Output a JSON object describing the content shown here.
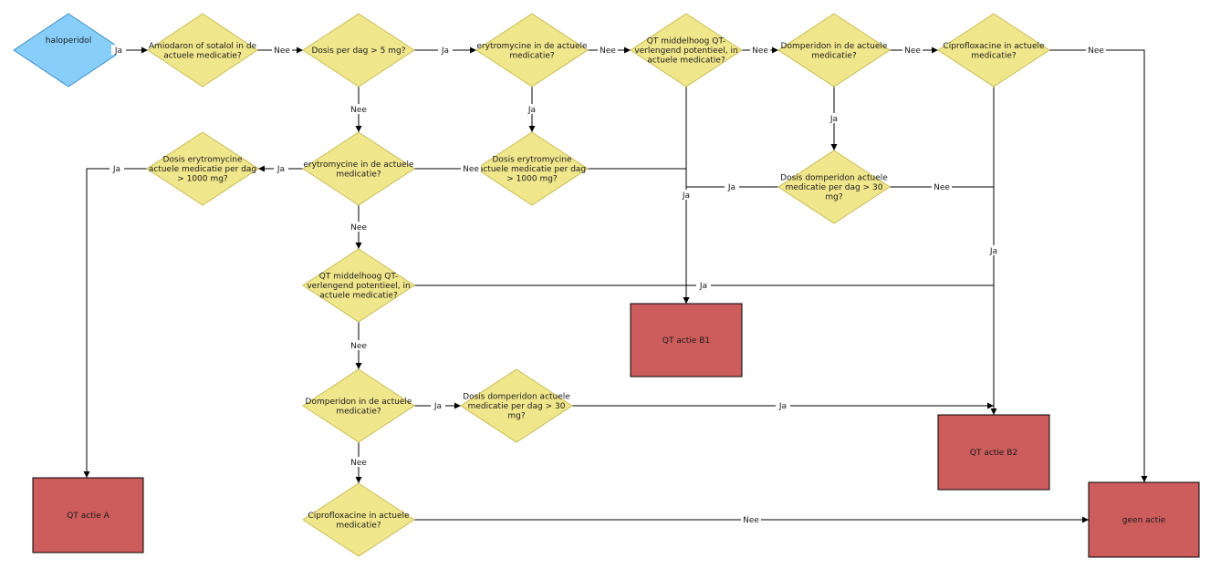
{
  "colors": {
    "start": "#87cefa",
    "decision": "#f0e68c",
    "action": "#cd5c5c",
    "line": "#000000"
  },
  "nodes": [
    {
      "id": "haloperidol",
      "shape": "start",
      "lines": [
        "haloperidol"
      ]
    },
    {
      "id": "amiodaron",
      "shape": "decision",
      "lines": [
        "Amiodaron of sotalol in de",
        "actuele medicatie?"
      ]
    },
    {
      "id": "dosis5",
      "shape": "decision",
      "lines": [
        "Dosis per dag > 5 mg?"
      ]
    },
    {
      "id": "erytro_top",
      "shape": "decision",
      "lines": [
        "erytromycine in de actuele",
        "medicatie?"
      ]
    },
    {
      "id": "qt_top",
      "shape": "decision",
      "lines": [
        "QT middelhoog QT-",
        "verlengend potentieel, in",
        "actuele medicatie?"
      ]
    },
    {
      "id": "domp_top",
      "shape": "decision",
      "lines": [
        "Domperidon in de actuele",
        "medicatie?"
      ]
    },
    {
      "id": "cipro_top",
      "shape": "decision",
      "lines": [
        "Ciprofloxacine in actuele",
        "medicatie?"
      ]
    },
    {
      "id": "dosis_ery_left",
      "shape": "decision",
      "lines": [
        "Dosis erytromycine",
        "actuele medicatie per dag",
        "> 1000 mg?"
      ]
    },
    {
      "id": "erytro_mid",
      "shape": "decision",
      "lines": [
        "erytromycine in de actuele",
        "medicatie?"
      ]
    },
    {
      "id": "dosis_ery_mid",
      "shape": "decision",
      "lines": [
        "Dosis erytromycine",
        "actuele medicatie per dag",
        "> 1000 mg?"
      ]
    },
    {
      "id": "dosis_domp_right",
      "shape": "decision",
      "lines": [
        "Dosis domperidon actuele",
        "medicatie per dag > 30",
        "mg?"
      ]
    },
    {
      "id": "qt_mid",
      "shape": "decision",
      "lines": [
        "QT middelhoog QT-",
        "verlengend potentieel, in",
        "actuele medicatie?"
      ]
    },
    {
      "id": "domp_low",
      "shape": "decision",
      "lines": [
        "Domperidon in de actuele",
        "medicatie?"
      ]
    },
    {
      "id": "dosis_domp_low",
      "shape": "decision",
      "lines": [
        "Dosis domperidon actuele",
        "medicatie per dag > 30",
        "mg?"
      ]
    },
    {
      "id": "cipro_low",
      "shape": "decision",
      "lines": [
        "Ciprofloxacine in actuele",
        "medicatie?"
      ]
    },
    {
      "id": "qtb1",
      "shape": "action",
      "lines": [
        "QT actie B1"
      ]
    },
    {
      "id": "qtb2",
      "shape": "action",
      "lines": [
        "QT actie B2"
      ]
    },
    {
      "id": "qta",
      "shape": "action",
      "lines": [
        "QT actie A"
      ]
    },
    {
      "id": "geen",
      "shape": "action",
      "lines": [
        "geen actie"
      ]
    }
  ],
  "edges": [
    {
      "id": "e1",
      "from": "haloperidol",
      "to": "amiodaron",
      "label": "Ja"
    },
    {
      "id": "e2",
      "from": "amiodaron",
      "to": "dosis5",
      "label": "Nee"
    },
    {
      "id": "e3",
      "from": "dosis5",
      "to": "erytro_top",
      "label": "Ja"
    },
    {
      "id": "e4",
      "from": "erytro_top",
      "to": "qt_top",
      "label": "Nee"
    },
    {
      "id": "e5",
      "from": "qt_top",
      "to": "domp_top",
      "label": "Nee"
    },
    {
      "id": "e6",
      "from": "domp_top",
      "to": "cipro_top",
      "label": "Nee"
    },
    {
      "id": "e7",
      "from": "cipro_top",
      "to": "geen",
      "label": "Nee"
    },
    {
      "id": "e8",
      "from": "dosis5",
      "to": "erytro_mid",
      "label": "Nee"
    },
    {
      "id": "e9",
      "from": "erytro_top",
      "to": "dosis_ery_mid",
      "label": "Ja"
    },
    {
      "id": "e10",
      "from": "domp_top",
      "to": "dosis_domp_right",
      "label": "Ja"
    },
    {
      "id": "e11",
      "from": "erytro_mid",
      "to": "dosis_ery_left",
      "label": "Ja"
    },
    {
      "id": "e12",
      "from": "dosis_ery_left",
      "to": "qta",
      "label": "Ja"
    },
    {
      "id": "e13",
      "from": "dosis_ery_mid",
      "to": "qtb1",
      "label": "Nee"
    },
    {
      "id": "e14",
      "from": "qt_top",
      "to": "qtb1",
      "label": "Ja"
    },
    {
      "id": "e15",
      "from": "dosis_domp_right",
      "to": "qtb1",
      "label": "Ja"
    },
    {
      "id": "e16",
      "from": "dosis_domp_right",
      "to": "qtb2",
      "label": "Nee"
    },
    {
      "id": "e17",
      "from": "cipro_top",
      "to": "qtb2",
      "label": "Ja"
    },
    {
      "id": "e18",
      "from": "erytro_mid",
      "to": "qt_mid",
      "label": "Nee"
    },
    {
      "id": "e19",
      "from": "qt_mid",
      "to": "qtb2",
      "label": "Ja"
    },
    {
      "id": "e20",
      "from": "qt_mid",
      "to": "domp_low",
      "label": "Nee"
    },
    {
      "id": "e21",
      "from": "domp_low",
      "to": "dosis_domp_low",
      "label": "Ja"
    },
    {
      "id": "e22",
      "from": "dosis_domp_low",
      "to": "qtb2",
      "label": "Ja"
    },
    {
      "id": "e23",
      "from": "domp_low",
      "to": "cipro_low",
      "label": "Nee"
    },
    {
      "id": "e24",
      "from": "cipro_low",
      "to": "geen",
      "label": "Nee"
    }
  ]
}
